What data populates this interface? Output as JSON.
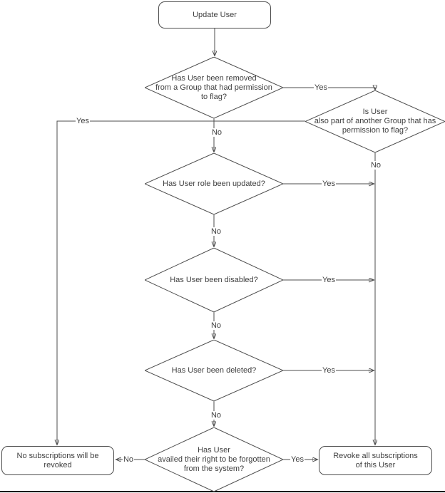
{
  "colors": {
    "stroke": "#4d4d4d",
    "text": "#404040",
    "background": "#ffffff",
    "arrowhead": "#1a1a1a",
    "bottom_border": "#000000"
  },
  "nodes": {
    "start": {
      "type": "terminator",
      "label": "Update User"
    },
    "removed_from_group": {
      "type": "decision",
      "label": "Has User been removed\nfrom a Group that had permission\nto flag?"
    },
    "other_group": {
      "type": "decision",
      "label": "Is User\nalso part of another Group that has\npermission to flag?"
    },
    "role_updated": {
      "type": "decision",
      "label": "Has User role been updated?"
    },
    "disabled": {
      "type": "decision",
      "label": "Has User been disabled?"
    },
    "deleted": {
      "type": "decision",
      "label": "Has User been deleted?"
    },
    "forgotten": {
      "type": "decision",
      "label": "Has User\navailed their right to be forgotten\nfrom the system?"
    },
    "no_revoke": {
      "type": "terminator",
      "label": "No subscriptions will be revoked"
    },
    "revoke": {
      "type": "terminator",
      "label": "Revoke all subscriptions\nof this User"
    }
  },
  "edge_labels": {
    "removed_yes": "Yes",
    "removed_no": "No",
    "other_group_yes": "Yes",
    "other_group_no": "No",
    "role_yes": "Yes",
    "role_no": "No",
    "disabled_yes": "Yes",
    "disabled_no": "No",
    "deleted_yes": "Yes",
    "deleted_no": "No",
    "forgotten_yes": "Yes",
    "forgotten_no": "No"
  }
}
